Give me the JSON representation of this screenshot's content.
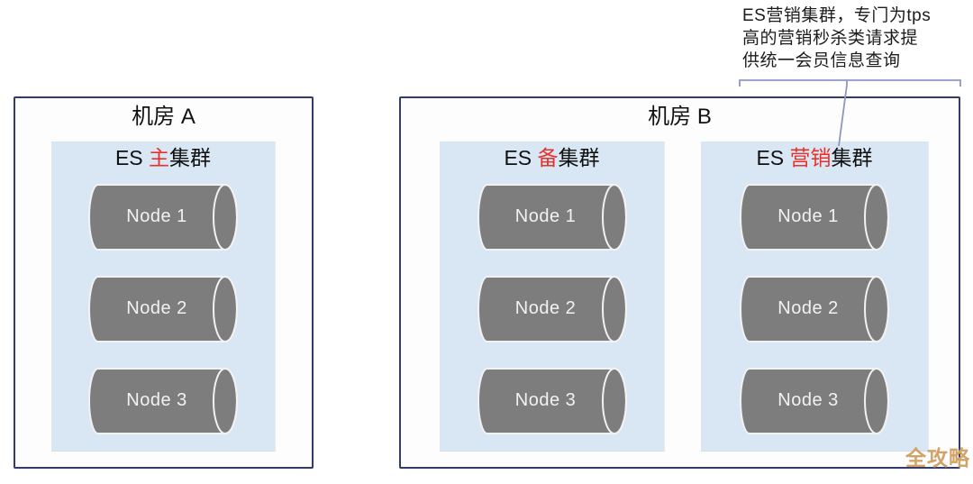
{
  "colors": {
    "red_highlight": "#e8312a",
    "panel_blue": "#d9e6f4",
    "cylinder_gray": "#7d7d7d",
    "cylinder_outline": "#f2f2f2",
    "room_border": "#323c66",
    "callout_line": "#8d97c6",
    "watermark_gold": "#d2a367"
  },
  "annotation": {
    "lines": [
      "ES营销集群，专门为tps",
      "高的营销秒杀类请求提",
      "供统一会员信息查询"
    ]
  },
  "rooms": [
    {
      "title": "机房 A"
    },
    {
      "title": "机房 B"
    }
  ],
  "clusters": [
    {
      "title_prefix": "ES ",
      "title_highlight": "主",
      "title_suffix": "集群",
      "nodes": [
        "Node 1",
        "Node 2",
        "Node 3"
      ]
    },
    {
      "title_prefix": "ES ",
      "title_highlight": "备",
      "title_suffix": "集群",
      "nodes": [
        "Node 1",
        "Node 2",
        "Node 3"
      ]
    },
    {
      "title_prefix": "ES ",
      "title_highlight": "营销",
      "title_suffix": "集群",
      "nodes": [
        "Node 1",
        "Node 2",
        "Node 3"
      ]
    }
  ],
  "watermark": "全攻略"
}
